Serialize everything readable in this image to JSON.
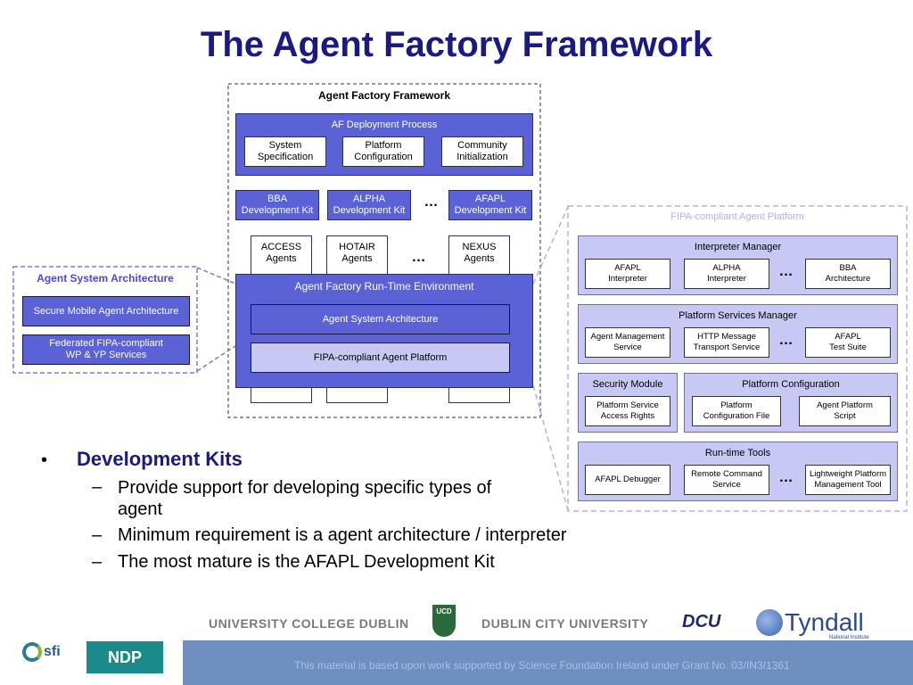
{
  "slide": {
    "title": "The Agent Factory Framework"
  },
  "framework": {
    "title": "Agent Factory Framework",
    "deployment": {
      "title": "AF Deployment Process",
      "items": [
        "System\nSpecification",
        "Platform\nConfiguration",
        "Community\nInitialization"
      ]
    },
    "devkits": [
      "BBA\nDevelopment Kit",
      "ALPHA\nDevelopment Kit",
      "AFAPL\nDevelopment Kit"
    ],
    "agents": [
      "ACCESS\nAgents",
      "HOTAIR\nAgents",
      "NEXUS\nAgents"
    ],
    "ellipsis": "…",
    "runtime": {
      "title": "Agent Factory Run-Time Environment",
      "asa": "Agent System Architecture",
      "fipa": "FIPA-compliant Agent Platform"
    }
  },
  "asa_panel": {
    "title": "Agent System Architecture",
    "items": [
      "Secure Mobile Agent Architecture",
      "Federated FIPA-compliant\nWP & YP Services"
    ]
  },
  "fipa_panel": {
    "title": "FIPA-compliant Agent Platform",
    "interpreter": {
      "title": "Interpreter Manager",
      "items": [
        "AFAPL\nInterpreter",
        "ALPHA\nInterpreter",
        "BBA\nArchitecture"
      ]
    },
    "services": {
      "title": "Platform Services Manager",
      "items": [
        "Agent Management\nService",
        "HTTP Message\nTransport Service",
        "AFAPL\nTest Suite"
      ]
    },
    "security": {
      "title": "Security Module",
      "item": "Platform Service\nAccess Rights"
    },
    "config": {
      "title": "Platform Configuration",
      "items": [
        "Platform\nConfiguration File",
        "Agent Platform\nScript"
      ]
    },
    "tools": {
      "title": "Run-time Tools",
      "items": [
        "AFAPL Debugger",
        "Remote Command\nService",
        "Lightweight Platform\nManagement Tool"
      ]
    }
  },
  "bullets": {
    "main_marker": "•",
    "main": "Development Kits",
    "sub_marker": "–",
    "subs": [
      "Provide support for developing specific types of\nagent",
      "Minimum requirement is a agent architecture / interpreter",
      "The most mature is the AFAPL Development Kit"
    ]
  },
  "footer": {
    "ucd": "UNIVERSITY COLLEGE DUBLIN",
    "ucd_badge": "UCD",
    "dcu": "DUBLIN CITY UNIVERSITY",
    "dcu_logo": "DCU",
    "tyndall": "Tyndall",
    "tyndall_sub": "National Institute",
    "sfi": "sfi",
    "ndp": "NDP",
    "grant": "This material is based upon work supported by Science Foundation Ireland under Grant No. 03/IN3/1361"
  },
  "colors": {
    "title": "#1a1a80",
    "accent_blue": "#5a62d6",
    "panel": "#c8c8f4",
    "footer": "#6f8fc0"
  }
}
